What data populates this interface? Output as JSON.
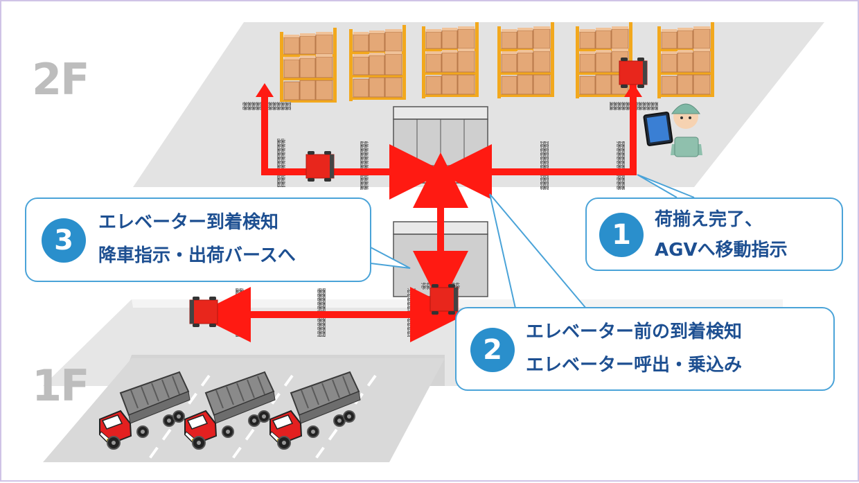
{
  "floors": {
    "upper": "2F",
    "lower": "1F"
  },
  "steps": [
    {
      "number": "1",
      "line1": "荷揃え完了、",
      "line2": "AGVへ移動指示"
    },
    {
      "number": "2",
      "line1": "エレベーター前の到着検知",
      "line2": "エレベーター呼出・乗込み"
    },
    {
      "number": "3",
      "line1": "エレベーター到着検知",
      "line2": "降車指示・出荷バースへ"
    }
  ],
  "colors": {
    "route": "#ff1a12",
    "agv": "#e8261c",
    "callout_border": "#4aa3d8",
    "step_badge": "#2a8fcc",
    "step_text": "#1d4f91",
    "floor_label": "#bdbdbd",
    "floor_surface": "#e3e3e3",
    "frame_border": "#cfc3e6"
  },
  "icons": {
    "rack": "warehouse-rack-icon",
    "agv": "agv-robot-icon",
    "elevator": "elevator-icon",
    "worker": "worker-with-tablet-icon",
    "truck": "truck-icon",
    "sensor": "sensor-marker-icon"
  }
}
